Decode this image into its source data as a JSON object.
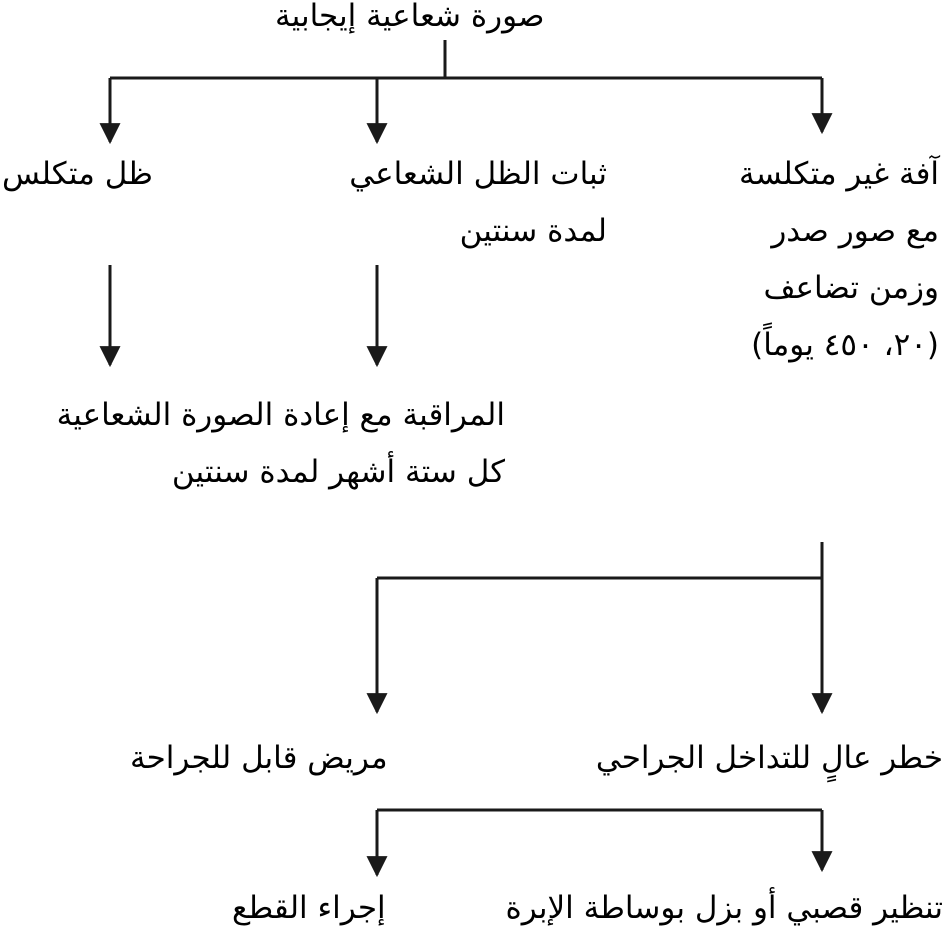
{
  "title": "صورة شعاعية إيجابية",
  "branches": {
    "benign_lesion": {
      "lines": [
        "آفة غير متكلسة",
        "مع صور صدر",
        "وزمن تضاعف",
        "(٢٠، ٤٥٠ يوماً)"
      ]
    },
    "stable_shadow": {
      "lines": [
        "ثبات الظل الشعاعي",
        "لمدة سنتين"
      ]
    },
    "calcified_shadow": {
      "lines": [
        "ظل متكلس"
      ]
    }
  },
  "monitoring": {
    "lines": [
      "المراقبة مع إعادة الصورة الشعاعية",
      "كل ستة أشهر لمدة سنتين"
    ]
  },
  "high_risk": {
    "label": "خطر عالٍ للتداخل الجراحي"
  },
  "operable": {
    "label": "مريض قابل للجراحة"
  },
  "bronchoscopy": {
    "label": "تنظير قصبي أو بزل بوساطة الإبرة"
  },
  "resection": {
    "label": "إجراء القطع"
  },
  "colors": {
    "line": "#1a1a1a",
    "text": "#000000",
    "background": "#ffffff"
  }
}
